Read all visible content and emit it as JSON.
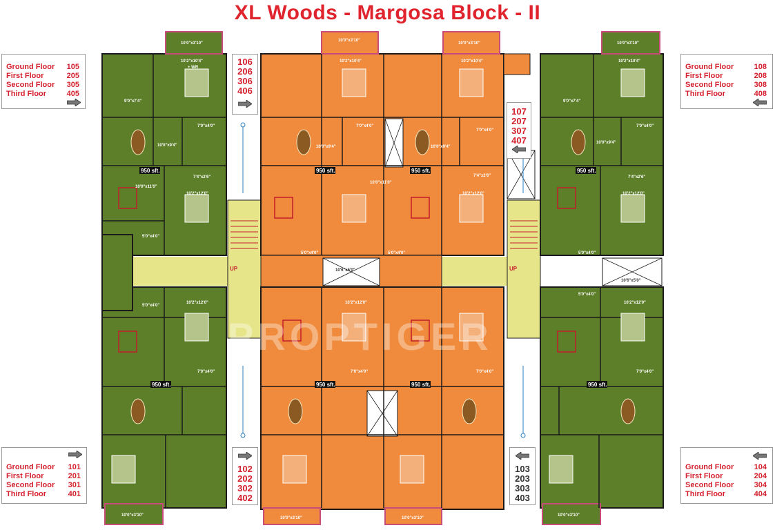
{
  "title": "XL Woods - Margosa Block - II",
  "colors": {
    "title": "#e0242e",
    "green_unit": "#5d7f2a",
    "orange_unit": "#f08a3c",
    "corridor": "#e7e58a",
    "balcony": "#c94b7a",
    "wall": "#1a1a1a",
    "label_text": "#d51f2c"
  },
  "legends": [
    {
      "id": "top-left",
      "rows": [
        {
          "label": "Ground Floor",
          "unit": "105"
        },
        {
          "label": "First Floor",
          "unit": "205"
        },
        {
          "label": "Second Floor",
          "unit": "305"
        },
        {
          "label": "Third Floor",
          "unit": "405"
        }
      ],
      "arrow": "right-arrow-icon"
    },
    {
      "id": "top-right",
      "rows": [
        {
          "label": "Ground Floor",
          "unit": "108"
        },
        {
          "label": "First Floor",
          "unit": "208"
        },
        {
          "label": "Second Floor",
          "unit": "308"
        },
        {
          "label": "Third Floor",
          "unit": "408"
        }
      ],
      "arrow": "left-arrow-icon"
    },
    {
      "id": "bottom-left",
      "rows": [
        {
          "label": "Ground Floor",
          "unit": "101"
        },
        {
          "label": "First Floor",
          "unit": "201"
        },
        {
          "label": "Second Floor",
          "unit": "301"
        },
        {
          "label": "Third Floor",
          "unit": "401"
        }
      ],
      "arrow": "right-arrow-icon"
    },
    {
      "id": "bottom-right",
      "rows": [
        {
          "label": "Ground Floor",
          "unit": "104"
        },
        {
          "label": "First Floor",
          "unit": "204"
        },
        {
          "label": "Second Floor",
          "unit": "304"
        },
        {
          "label": "Third Floor",
          "unit": "404"
        }
      ],
      "arrow": "left-arrow-icon"
    }
  ],
  "unit_boxes": [
    {
      "id": "u106",
      "units": [
        "106",
        "206",
        "306",
        "406"
      ],
      "arrow": "right-arrow-icon"
    },
    {
      "id": "u107",
      "units": [
        "107",
        "207",
        "307",
        "407"
      ],
      "arrow": "left-arrow-icon"
    },
    {
      "id": "u102",
      "units": [
        "102",
        "202",
        "302",
        "402"
      ],
      "arrow": "right-arrow-icon"
    },
    {
      "id": "u103",
      "units": [
        "103",
        "203",
        "303",
        "403"
      ],
      "arrow": "left-arrow-icon"
    }
  ],
  "areas": [
    "950 sft.",
    "950 sft.",
    "950 sft.",
    "950 sft.",
    "950 sft.",
    "950 sft.",
    "950 sft.",
    "950 sft."
  ],
  "up_labels": [
    "UP",
    "UP"
  ],
  "watermark": "PROPTIGER",
  "room_sizes": {
    "bed_top": "10'2\"x10'4\"",
    "wr": "+ WR",
    "kitchen": "9'0\"x7'4\"",
    "dining": "10'0\"x9'4\"",
    "living": "10'0\"x11'0\"",
    "bed2": "10'2\"x12'0\"",
    "toilet": "7'0\"x4'0\"",
    "util": "7'4\"x2'6\"",
    "foyer": "5'0\"x4'0\"",
    "balcony": "10'0\"x3'10\"",
    "lift": "10'6\"x5'0\""
  }
}
